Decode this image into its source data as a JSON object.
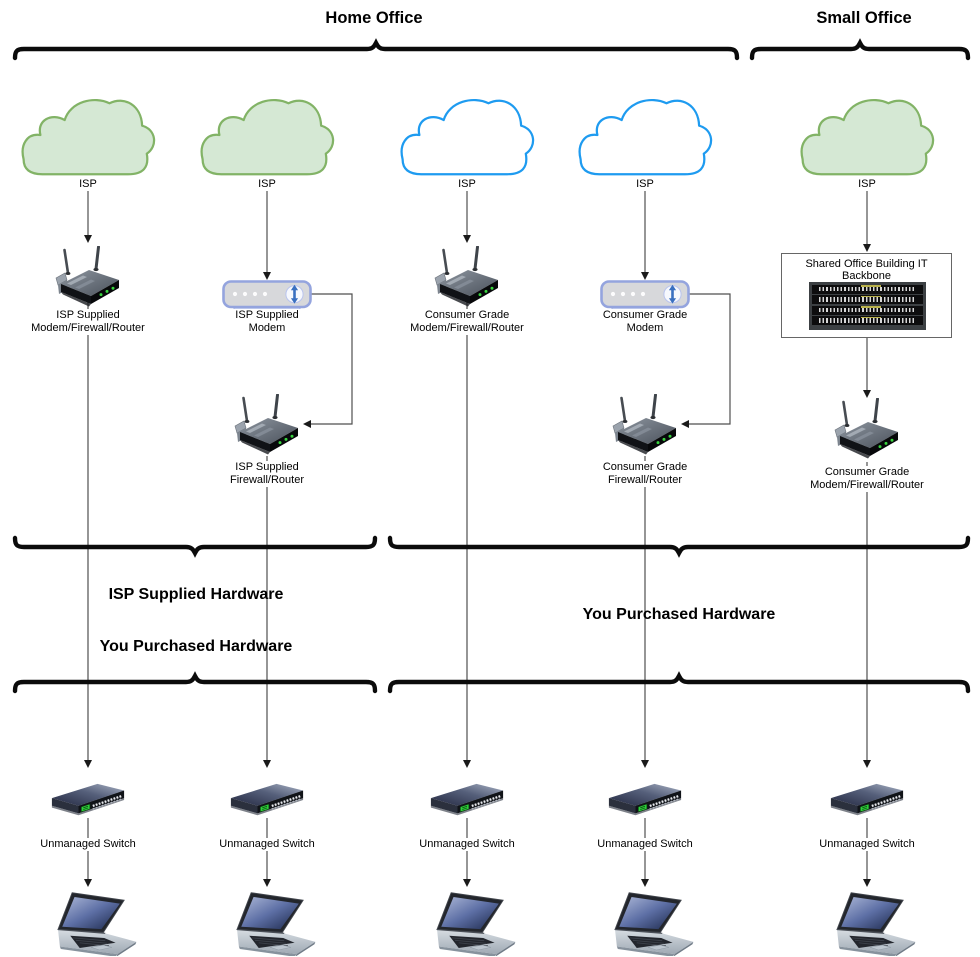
{
  "sections": {
    "home_office": "Home Office",
    "small_office": "Small Office",
    "left_zone_top_label": "ISP Supplied Hardware",
    "left_zone_bottom_label": "You Purchased Hardware",
    "right_zone_label": "You Purchased Hardware"
  },
  "columns": [
    {
      "cloud": {
        "label": "ISP",
        "variant": "green"
      },
      "tier2": {
        "type": "wireless-router",
        "line1": "ISP Supplied",
        "line2": "Modem/Firewall/Router"
      },
      "switch_label": "Unmanaged Switch",
      "endpoint": "laptop"
    },
    {
      "cloud": {
        "label": "ISP",
        "variant": "green"
      },
      "tier2": {
        "type": "modem",
        "line1": "ISP Supplied",
        "line2": "Modem"
      },
      "tier3": {
        "type": "wireless-router",
        "line1": "ISP Supplied",
        "line2": "Firewall/Router"
      },
      "switch_label": "Unmanaged Switch",
      "endpoint": "laptop"
    },
    {
      "cloud": {
        "label": "ISP",
        "variant": "blue"
      },
      "tier2": {
        "type": "wireless-router",
        "line1": "Consumer Grade",
        "line2": "Modem/Firewall/Router"
      },
      "switch_label": "Unmanaged Switch",
      "endpoint": "laptop"
    },
    {
      "cloud": {
        "label": "ISP",
        "variant": "blue"
      },
      "tier2": {
        "type": "modem",
        "line1": "Consumer Grade",
        "line2": "Modem"
      },
      "tier3": {
        "type": "wireless-router",
        "line1": "Consumer Grade",
        "line2": "Firewall/Router"
      },
      "switch_label": "Unmanaged Switch",
      "endpoint": "laptop"
    },
    {
      "cloud": {
        "label": "ISP",
        "variant": "green"
      },
      "tier2": {
        "type": "backbone",
        "label": "Shared Office Building IT Backbone"
      },
      "tier3": {
        "type": "wireless-router",
        "line1": "Consumer Grade",
        "line2": "Modem/Firewall/Router"
      },
      "switch_label": "Unmanaged Switch",
      "endpoint": "laptop"
    }
  ],
  "colors": {
    "cloud-green-fill": "#d5e8d4",
    "cloud-green-stroke": "#82b366",
    "cloud-blue-stroke": "#1e9bf0",
    "modem-stroke": "#94a4de",
    "arrow-blue": "#3a70c0",
    "led-green": "#38d33e",
    "connector": "#4f4f4f",
    "brace": "#0b0b0b",
    "text": "#000000"
  }
}
